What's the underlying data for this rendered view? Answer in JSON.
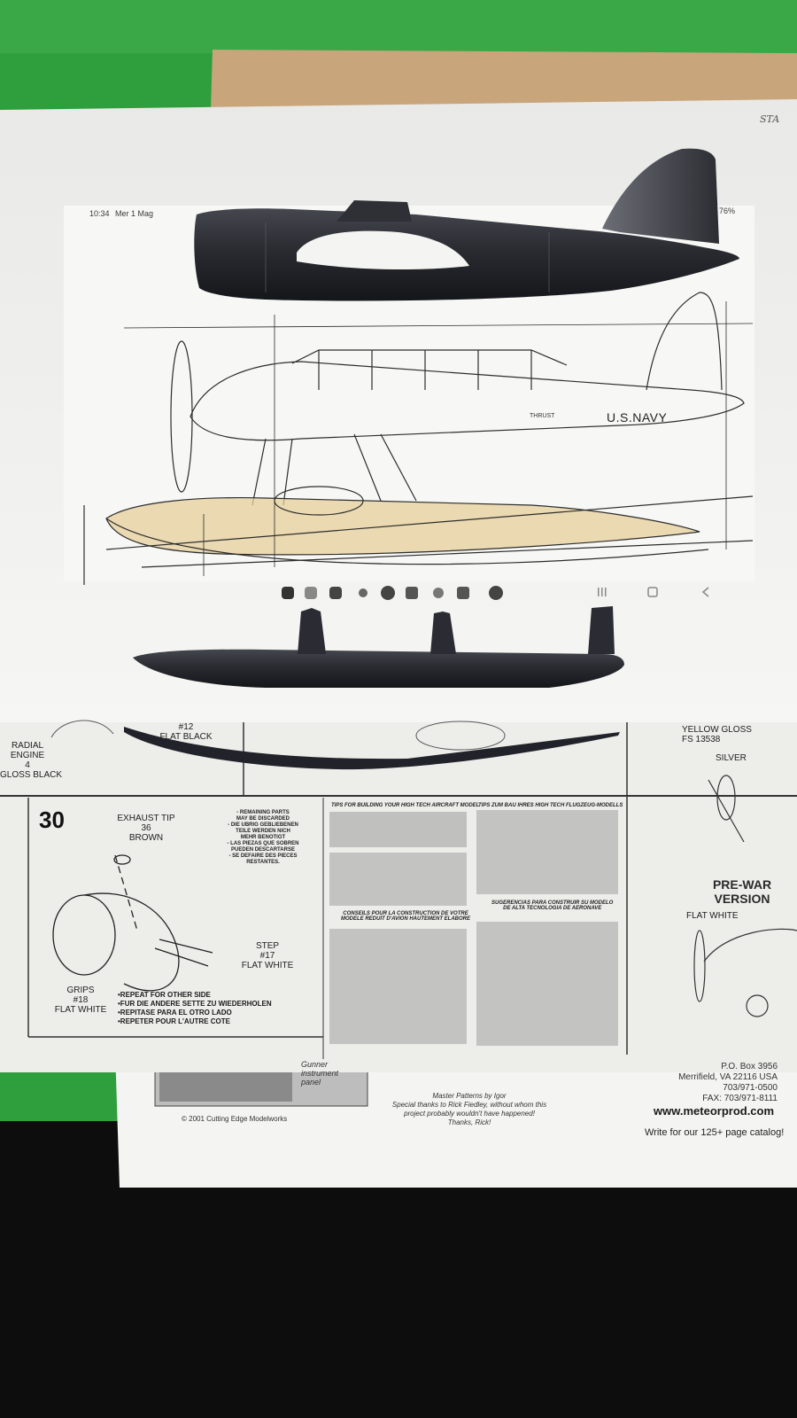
{
  "screenshot_bar": {
    "time": "10:34",
    "date": "Mer 1 Mag",
    "battery": "76%"
  },
  "corner_note": "STA",
  "plan": {
    "navy_marking": "U.S.NAVY",
    "thrust_label": "THRUST"
  },
  "instruction_sheet": {
    "engine_labels": [
      "RADIAL",
      "ENGINE",
      "4",
      "GLOSS BLACK"
    ],
    "flat_black_label": [
      "#12",
      "FLAT BLACK"
    ],
    "yellow_label": [
      "YELLOW GLOSS",
      "FS 13538"
    ],
    "silver_label": "SILVER",
    "step_number": "30",
    "exhaust_tip": [
      "EXHAUST TIP",
      "36",
      "BROWN"
    ],
    "step_label": [
      "STEP",
      "#17",
      "FLAT WHITE"
    ],
    "grips_label": [
      "GRIPS",
      "#18",
      "FLAT WHITE"
    ],
    "remaining_parts": [
      "- REMAINING PARTS",
      "MAY BE DISCARDED",
      "- DIE UBRIG GEBLIEBENEN",
      "TEILE WERDEN NICH",
      "MEHR BENOTIGT",
      "- LAS PIEZAS QUE SOBREN",
      "PUEDEN DESCARTARSE",
      "- SE DEFAIRE DES PIECES",
      "RESTANTES."
    ],
    "repeat_lines": [
      "•REPEAT FOR OTHER SIDE",
      "•FUR DIE ANDERE SETTE ZU WIEDERHOLEN",
      "•REPITASE PARA EL OTRO LADO",
      "•REPETER POUR L'AUTRE COTE"
    ],
    "tips_heading_en": "TIPS FOR BUILDING YOUR HIGH TECH AIRCRAFT MODEL",
    "tips_heading_de": "TIPS ZUM BAU IHRES HIGH TECH FLUGZEUG-MODELLS",
    "conseils_heading": [
      "CONSEILS POUR LA CONSTRUCTION DE VOTRE",
      "MODELE REDUIT D'AVION HAUTEMENT ELABORE"
    ],
    "sugerencias_heading": [
      "SUGERENCIAS PARA CONSTRUIR SU MODELO",
      "DE ALTA TECNOLOGIA DE AERONAVE"
    ],
    "pre_war": [
      "PRE-WAR",
      "VERSION"
    ],
    "flat_white": "FLAT WHITE"
  },
  "bottom_sheet": {
    "gunner_panel": [
      "Gunner",
      "instrument",
      "panel"
    ],
    "copyright": "© 2001 Cutting Edge Modelworks",
    "credits": [
      "Master Patterns by Igor",
      "Special thanks to Rick Fiedley, without whom this",
      "project probably wouldn't have happened!",
      "Thanks, Rick!"
    ],
    "contact": [
      "P.O. Box 3956",
      "Merrifield, VA  22116  USA",
      "703/971-0500",
      "FAX: 703/971-8111"
    ],
    "website": "www.meteorprod.com",
    "catalog": "Write for our 125+ page catalog!"
  },
  "colors": {
    "green_mat": "#2f9e3c",
    "paper": "#f2f2f0",
    "plastic": "#2b2c33",
    "float_fill": "#e6cf9a",
    "background": "#0d0d0d"
  }
}
